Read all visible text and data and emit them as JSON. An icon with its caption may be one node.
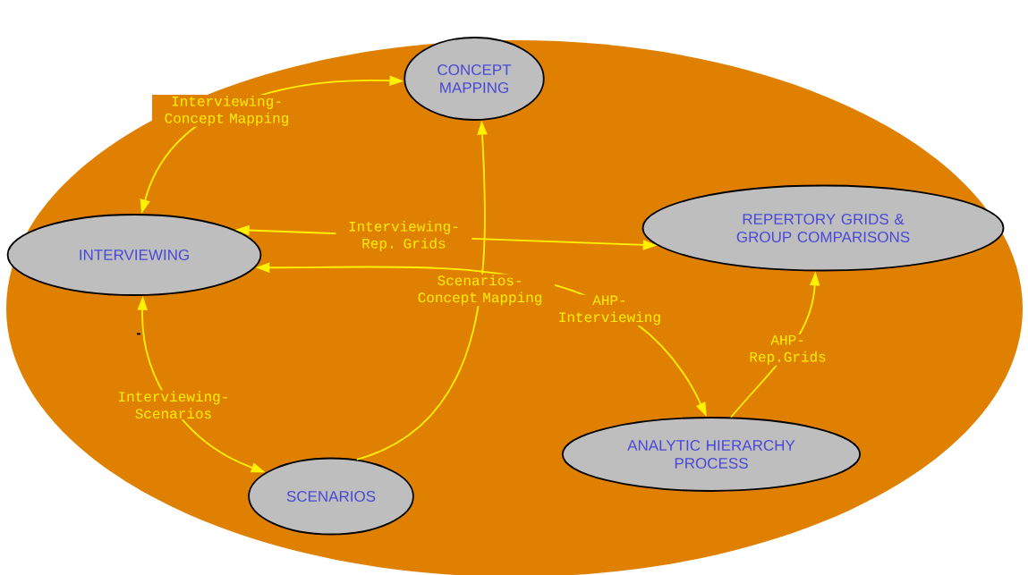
{
  "diagram": {
    "nodes": [
      {
        "text": [
          "INTERVIEWING"
        ]
      },
      {
        "text": [
          "CONCEPT MAPPING"
        ]
      },
      {
        "text": [
          "REPERTORY GRIDS & GROUP COMPARISONS"
        ]
      },
      {
        "text": [
          "SCENARIOS"
        ]
      },
      {
        "text": [
          "ANALYTIC HIERARCHY PROCESS"
        ]
      }
    ],
    "edges": [
      {
        "from": 0,
        "to": 1,
        "arrow": "both",
        "label": "Interviewing- Concept Mapping"
      },
      {
        "from": 0,
        "to": 2,
        "arrow": "both",
        "label": "Interviewing- Rep. Grids"
      },
      {
        "from": 0,
        "to": 4,
        "arrow": "both",
        "label": "AHP- Interviewing"
      },
      {
        "from": 0,
        "to": 3,
        "arrow": "both",
        "label": "Interviewing- Scenarios"
      },
      {
        "from": 3,
        "to": 1,
        "arrow": "to",
        "label": "Scenarios- Concept Mapping"
      },
      {
        "from": 4,
        "to": 2,
        "arrow": "to",
        "label": "AHP- Rep.Grids"
      }
    ],
    "labels": [
      "-"
    ]
  }
}
